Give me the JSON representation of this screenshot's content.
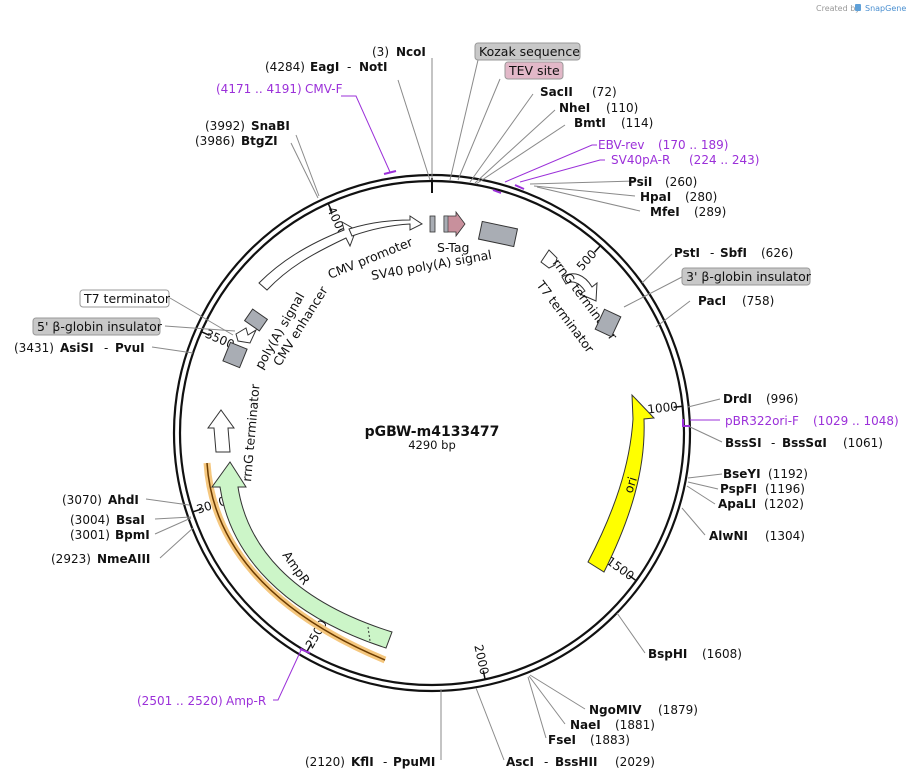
{
  "credit": {
    "text": "Created by",
    "brand": "SnapGene"
  },
  "plasmid": {
    "name": "pGBW-m4133477",
    "length": "4290 bp",
    "bp": 4290
  },
  "tick_labels": [
    "500",
    "1000",
    "1500",
    "2000",
    "2500",
    "3000",
    "3500",
    "4000"
  ],
  "sites": [
    {
      "name": "NcoI",
      "pos": "(3)"
    },
    {
      "name": "EagI",
      "name2": "NotI",
      "pos": "(4284)"
    },
    {
      "name": "SnaBI",
      "pos": "(3992)"
    },
    {
      "name": "BtgZI",
      "pos": "(3986)"
    },
    {
      "name": "SacII",
      "pos": "(72)"
    },
    {
      "name": "NheI",
      "pos": "(110)"
    },
    {
      "name": "BmtI",
      "pos": "(114)"
    },
    {
      "name": "PsiI",
      "pos": "(260)"
    },
    {
      "name": "HpaI",
      "pos": "(280)"
    },
    {
      "name": "MfeI",
      "pos": "(289)"
    },
    {
      "name": "PstI",
      "name2": "SbfI",
      "pos": "(626)"
    },
    {
      "name": "PacI",
      "pos": "(758)"
    },
    {
      "name": "DrdI",
      "pos": "(996)"
    },
    {
      "name": "BssSI",
      "name2": "BssSαI",
      "pos": "(1061)"
    },
    {
      "name": "BseYI",
      "pos": "(1192)"
    },
    {
      "name": "PspFI",
      "pos": "(1196)"
    },
    {
      "name": "ApaLI",
      "pos": "(1202)"
    },
    {
      "name": "AlwNI",
      "pos": "(1304)"
    },
    {
      "name": "BspHI",
      "pos": "(1608)"
    },
    {
      "name": "NgoMIV",
      "pos": "(1879)"
    },
    {
      "name": "NaeI",
      "pos": "(1881)"
    },
    {
      "name": "FseI",
      "pos": "(1883)"
    },
    {
      "name": "AscI",
      "name2": "BssHII",
      "pos": "(2029)"
    },
    {
      "name": "KflI",
      "name2": "PpuMI",
      "pos": "(2120)"
    },
    {
      "name": "NmeAIII",
      "pos": "(2923)"
    },
    {
      "name": "BpmI",
      "pos": "(3001)"
    },
    {
      "name": "BsaI",
      "pos": "(3004)"
    },
    {
      "name": "AhdI",
      "pos": "(3070)"
    },
    {
      "name": "AsiSI",
      "name2": "PvuI",
      "pos": "(3431)"
    }
  ],
  "primers": [
    {
      "name": "CMV-F",
      "range": "(4171 .. 4191)",
      "color": "#9b30d9"
    },
    {
      "name": "EBV-rev",
      "range": "(170 .. 189)",
      "color": "#9b30d9"
    },
    {
      "name": "SV40pA-R",
      "range": "(224 .. 243)",
      "color": "#9b30d9"
    },
    {
      "name": "pBR322ori-F",
      "range": "(1029 .. 1048)",
      "color": "#9b30d9"
    },
    {
      "name": "Amp-R",
      "range": "(2501 .. 2520)",
      "color": "#9b30d9"
    }
  ],
  "boxed_features": [
    {
      "name": "Kozak sequence",
      "color": "#c8c8c8"
    },
    {
      "name": "TEV site",
      "color": "#e2b8c8"
    },
    {
      "name": "3' β-globin insulator",
      "color": "#c8c8c8"
    },
    {
      "name": "T7 terminator",
      "color": "#ffffff"
    },
    {
      "name": "5' β-globin insulator",
      "color": "#c8c8c8"
    }
  ],
  "feature_labels": {
    "stag": "S-Tag",
    "sv40": "SV40 poly(A) signal",
    "cmvp": "CMV promoter",
    "cmve": "CMV enhancer",
    "polya": "poly(A) signal",
    "rrng1": "rrnG terminator",
    "t7": "T7 terminator",
    "rrng2": "rrnG terminator",
    "amp": "AmpR",
    "ori": "ori"
  },
  "colors": {
    "ori": "#ffff00",
    "ampr": "#ccf5c8",
    "amp_primer_band": "#f5c77e",
    "primer": "#9b30d9",
    "grey_feature": "#a9adb4",
    "tev": "#c8909c"
  }
}
